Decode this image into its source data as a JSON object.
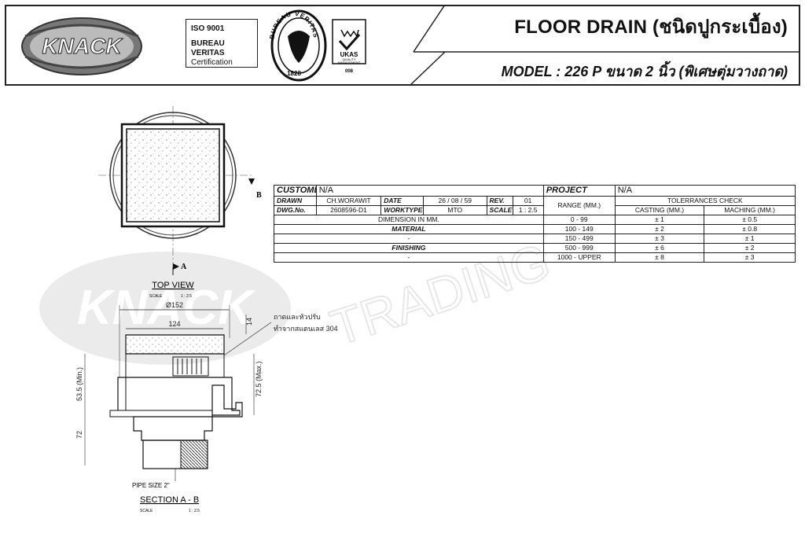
{
  "header": {
    "logo_text": "KNACK",
    "title": "FLOOR DRAIN (ชนิดปูกระเบื้อง)",
    "model": "MODEL : 226 P ขนาด 2 นิ้ว (พิเศษตุ่มวางถาด)"
  },
  "cert": {
    "iso": "ISO 9001",
    "bureau": "BUREAU VERITAS",
    "certification": "Certification",
    "seal_top": "BUREAU VERITAS",
    "seal_year": "1828",
    "ukas": "UKAS",
    "ukas_sub1": "QUALITY",
    "ukas_sub2": "MANAGEMENT",
    "ukas_num": "008"
  },
  "watermark": {
    "logo": "KNACK",
    "text": "TRADING"
  },
  "drawing": {
    "top_view_label": "TOP VIEW",
    "top_view_scale_label": "SCALE",
    "top_view_scale": "1 : 2.5",
    "marker_a": "A",
    "marker_b": "B",
    "section_label": "SECTION  A - B",
    "section_scale_label": "SCALE",
    "section_scale": "1 : 2.5",
    "dim_diameter": "Ø152",
    "dim_width": "124",
    "dim_14": "14",
    "dim_535": "53.5 (Min.)",
    "dim_725": "72.5 (Max.)",
    "dim_72": "72",
    "pipe_size": "PIPE SIZE 2\"",
    "note_line1": "ถาดและหัวปรับ",
    "note_line2": "ทำจากสแตนเลส 304"
  },
  "spec_table": {
    "customer_label": "CUSTOMER",
    "customer_value": "N/A",
    "project_label": "PROJECT",
    "project_value": "N/A",
    "drawn_label": "DRAWN",
    "drawn_value": "CH.WORAWIT",
    "date_label": "DATE",
    "date_value": "26 / 08 / 59",
    "rev_label": "REV.",
    "rev_value": "01",
    "range_label": "RANGE (MM.)",
    "tolerances_label": "TOLERRANCES CHECK",
    "dwg_label": "DWG.No.",
    "dwg_value": "2608596-D1",
    "worktype_label": "WORKTYPE",
    "worktype_value": "MTO",
    "scale_label": "SCALE",
    "scale_value": "1 : 2.5",
    "casting_label": "CASTING (MM.)",
    "maching_label": "MACHING (MM.)",
    "dimension_note": "DIMENSION IN MM.",
    "material_label": "MATERIAL",
    "material_value": "-",
    "finishing_label": "FINISHING",
    "finishing_value": "-",
    "rows": [
      {
        "range": "0 - 99",
        "casting": "± 1",
        "maching": "± 0.5"
      },
      {
        "range": "100 - 149",
        "casting": "± 2",
        "maching": "± 0.8"
      },
      {
        "range": "150 - 499",
        "casting": "± 3",
        "maching": "± 1"
      },
      {
        "range": "500 - 999",
        "casting": "± 6",
        "maching": "± 2"
      },
      {
        "range": "1000 - UPPER",
        "casting": "± 8",
        "maching": "± 3"
      }
    ]
  }
}
